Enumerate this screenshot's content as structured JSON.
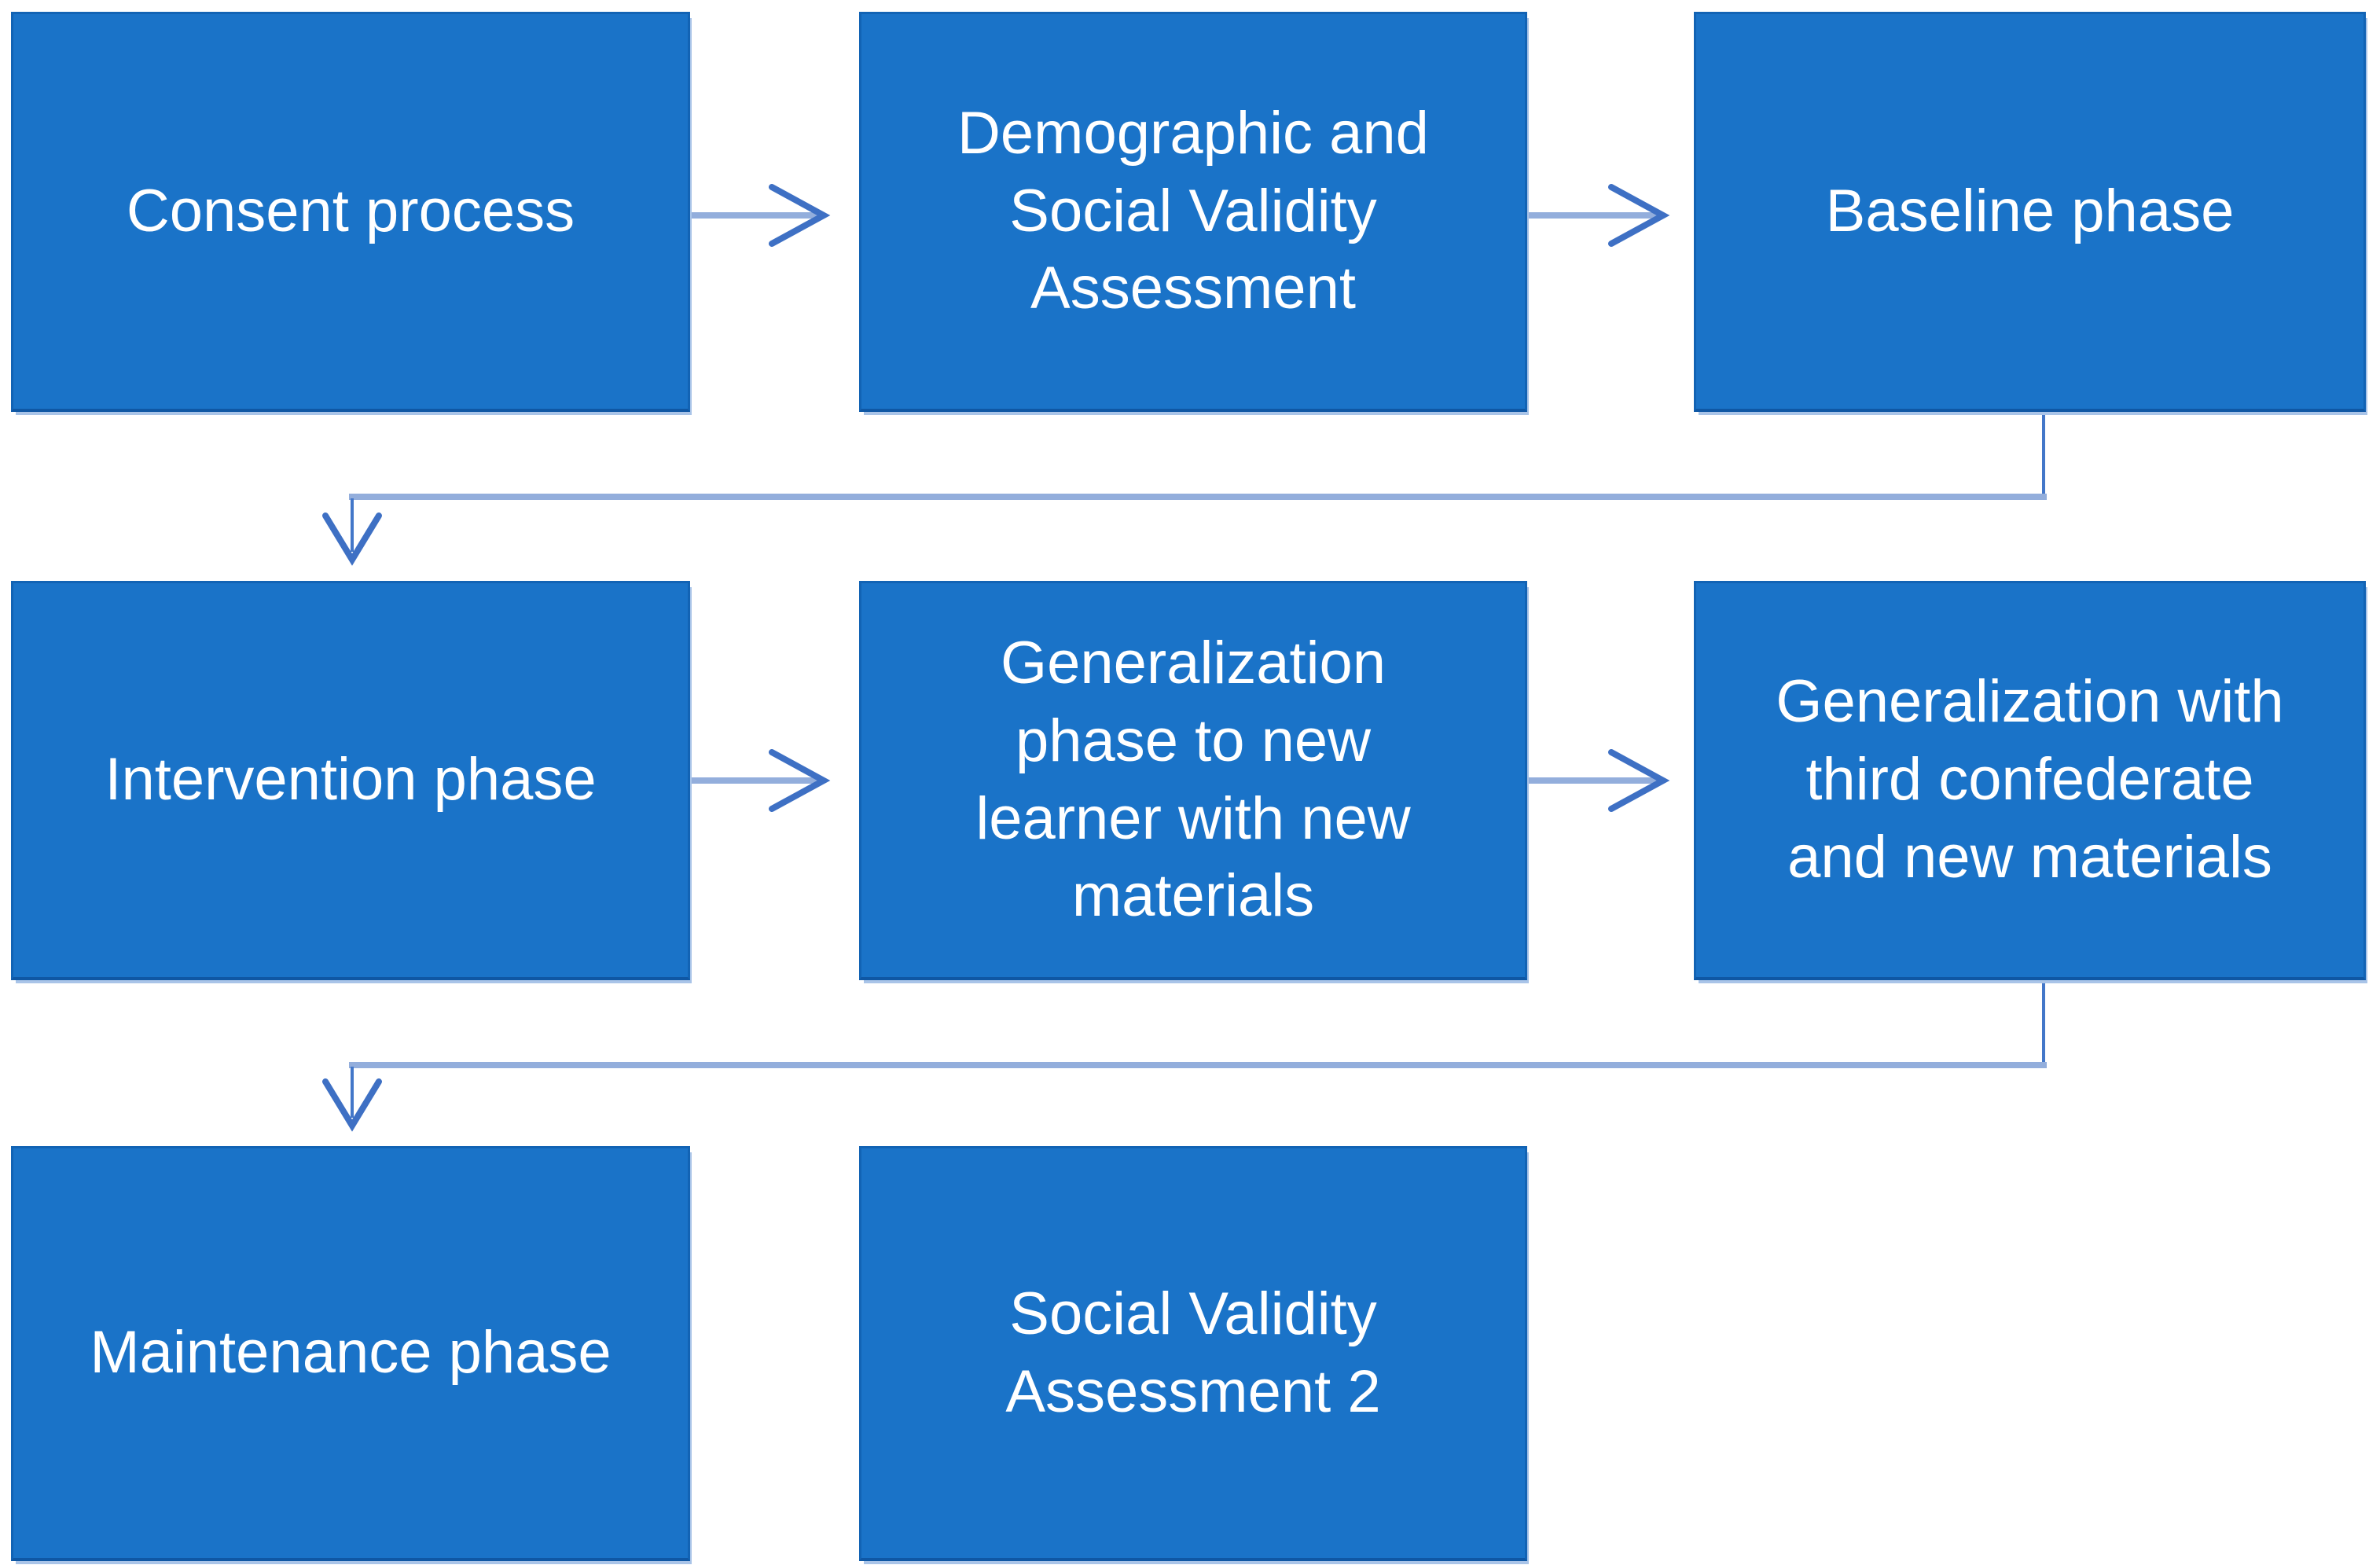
{
  "colors": {
    "box_fill": "#1A73C8",
    "box_border": "#1263B4",
    "box_border_dark": "#0F57A4",
    "box_shadow_light": "#A9C4E8",
    "arrow_shaft": "#93AEDC",
    "arrow_head": "#3E70C4",
    "connector_thin": "#4377C9",
    "text": "#FFFFFF",
    "background": "#FFFFFF"
  },
  "flowchart": {
    "nodes": {
      "consent": {
        "label": "Consent process"
      },
      "demographic": {
        "label": "Demographic and\nSocial Validity\nAssessment"
      },
      "baseline": {
        "label": "Baseline phase"
      },
      "intervention": {
        "label": "Intervention phase"
      },
      "generalization_new_learner": {
        "label": "Generalization\nphase to new\nlearner with new\nmaterials"
      },
      "generalization_third_confederate": {
        "label": "Generalization with\nthird confederate\nand new materials"
      },
      "maintenance": {
        "label": "Maintenance phase"
      },
      "social_validity_2": {
        "label": "Social Validity\nAssessment 2"
      }
    },
    "edges": [
      {
        "from": "Consent process",
        "to": "Demographic and Social Validity Assessment",
        "style": "straight-arrow"
      },
      {
        "from": "Demographic and Social Validity Assessment",
        "to": "Baseline phase",
        "style": "straight-arrow"
      },
      {
        "from": "Baseline phase",
        "to": "Intervention phase",
        "style": "elbow-arrow"
      },
      {
        "from": "Intervention phase",
        "to": "Generalization phase to new learner with new materials",
        "style": "straight-arrow"
      },
      {
        "from": "Generalization phase to new learner with new materials",
        "to": "Generalization with third confederate and new materials",
        "style": "straight-arrow"
      },
      {
        "from": "Generalization with third confederate and new materials",
        "to": "Maintenance phase",
        "style": "elbow-arrow"
      }
    ]
  }
}
